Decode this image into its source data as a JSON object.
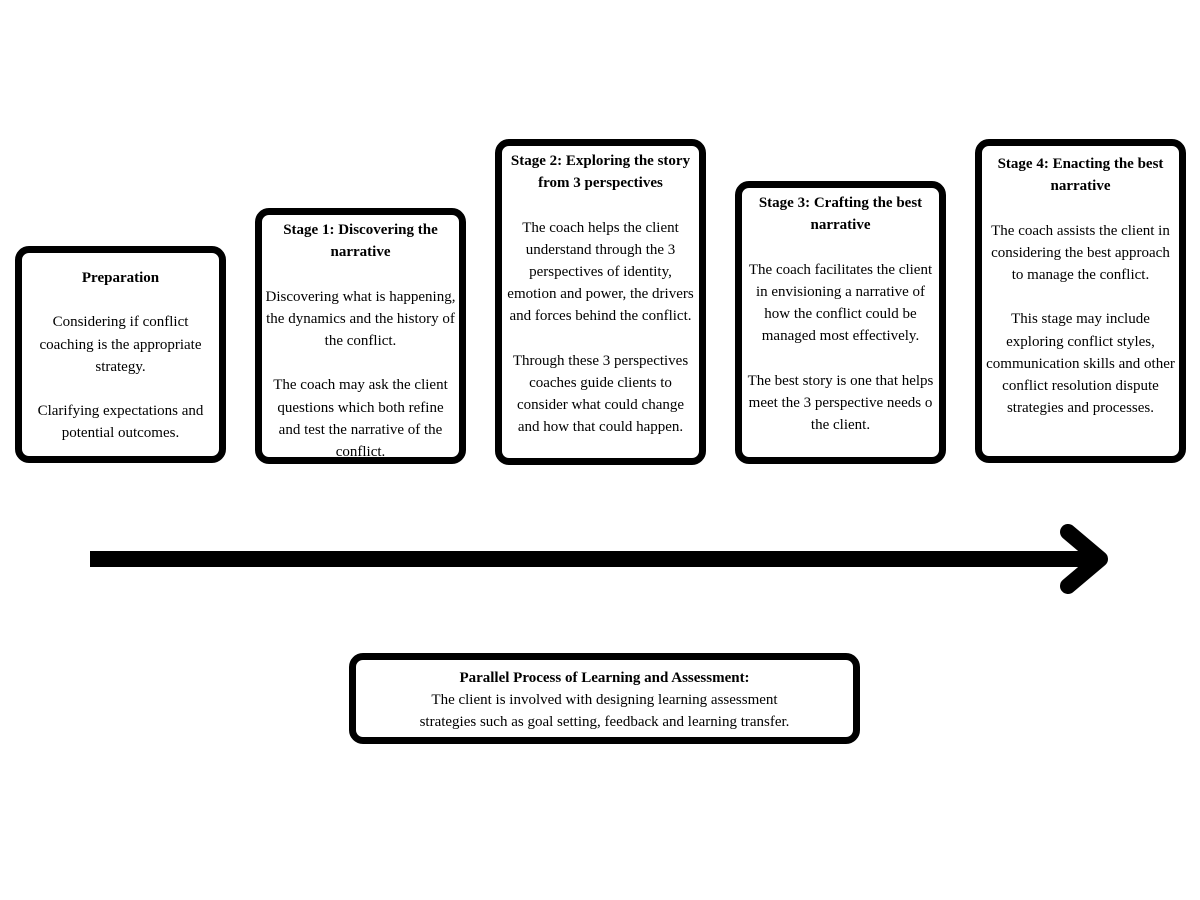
{
  "stages": [
    {
      "title": "Preparation",
      "paragraphs": [
        "Considering if conflict coaching is the appropriate strategy.",
        "Clarifying expectations and potential outcomes."
      ]
    },
    {
      "title": "Stage 1: Discovering the narrative",
      "paragraphs": [
        "Discovering what is happening, the dynamics and the history of the conflict.",
        "The coach may ask the client questions which both refine and test the narrative of the conflict."
      ]
    },
    {
      "title": "Stage 2: Exploring the story from 3 perspectives",
      "paragraphs": [
        "The coach helps the client understand through the 3 perspectives of identity, emotion and power, the drivers and forces behind the conflict.",
        "Through these 3 perspectives coaches guide clients to consider what could change and how that could happen."
      ]
    },
    {
      "title": "Stage 3: Crafting the best narrative",
      "paragraphs": [
        "The coach facilitates the client in envisioning a narrative of how the conflict could be managed most effectively.",
        "The best story is one that helps meet the 3 perspective needs o the client."
      ]
    },
    {
      "title": "Stage 4: Enacting the best narrative",
      "paragraphs": [
        "The coach assists the client in considering the best approach to manage the conflict.",
        "This stage may include exploring conflict styles, communication skills and other conflict resolution dispute strategies and processes."
      ]
    }
  ],
  "parallel": {
    "title": "Parallel Process of Learning and Assessment:",
    "body_line1": "The client is involved with designing learning assessment",
    "body_line2": "strategies such as goal setting, feedback and learning transfer."
  },
  "colors": {
    "border": "#000000",
    "background": "#ffffff",
    "text": "#000000"
  }
}
